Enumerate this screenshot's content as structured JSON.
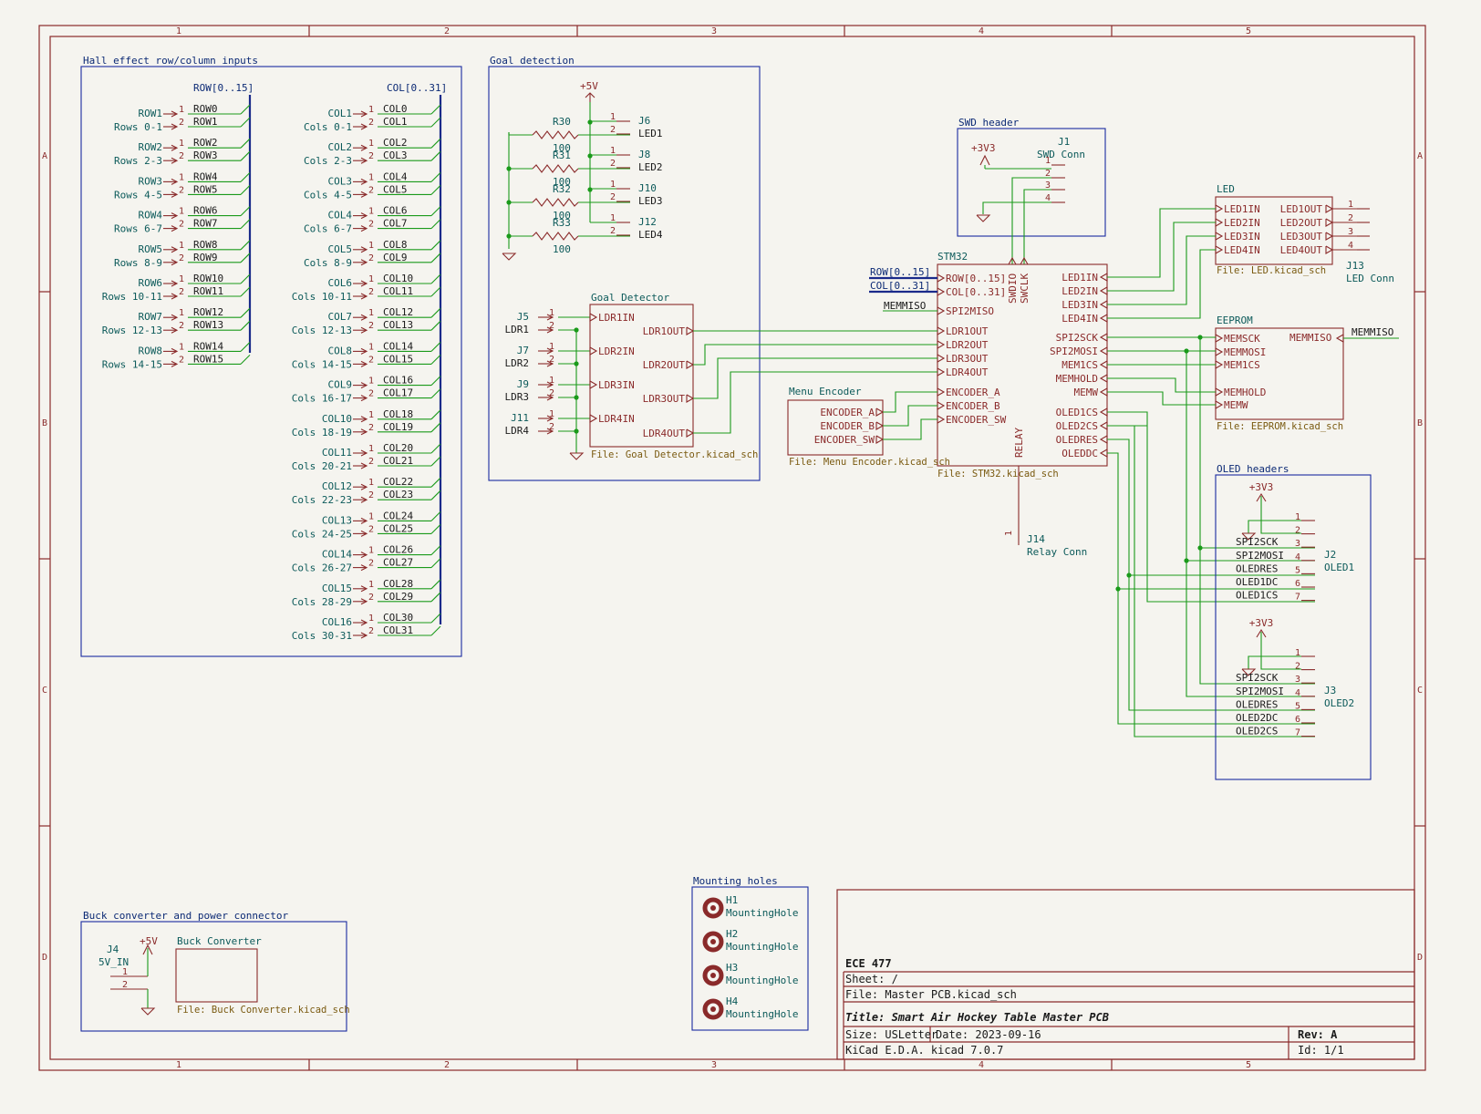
{
  "ruler": {
    "cols": [
      "1",
      "2",
      "3",
      "4",
      "5"
    ],
    "rows": [
      "A",
      "B",
      "C",
      "D"
    ]
  },
  "groups": {
    "hall": "Hall effect row/column inputs",
    "goal": "Goal detection",
    "swd": "SWD header",
    "oled": "OLED headers",
    "buck": "Buck converter and power connector",
    "mount": "Mounting holes"
  },
  "hall": {
    "row_bus": "ROW[0..15]",
    "col_bus": "COL[0..31]",
    "row_connectors": [
      {
        "ref": "ROW1",
        "val": "Rows 0-1",
        "n1": "ROW0",
        "n2": "ROW1"
      },
      {
        "ref": "ROW2",
        "val": "Rows 2-3",
        "n1": "ROW2",
        "n2": "ROW3"
      },
      {
        "ref": "ROW3",
        "val": "Rows 4-5",
        "n1": "ROW4",
        "n2": "ROW5"
      },
      {
        "ref": "ROW4",
        "val": "Rows 6-7",
        "n1": "ROW6",
        "n2": "ROW7"
      },
      {
        "ref": "ROW5",
        "val": "Rows 8-9",
        "n1": "ROW8",
        "n2": "ROW9"
      },
      {
        "ref": "ROW6",
        "val": "Rows 10-11",
        "n1": "ROW10",
        "n2": "ROW11"
      },
      {
        "ref": "ROW7",
        "val": "Rows 12-13",
        "n1": "ROW12",
        "n2": "ROW13"
      },
      {
        "ref": "ROW8",
        "val": "Rows 14-15",
        "n1": "ROW14",
        "n2": "ROW15"
      }
    ],
    "col_connectors": [
      {
        "ref": "COL1",
        "val": "Cols 0-1",
        "n1": "COL0",
        "n2": "COL1"
      },
      {
        "ref": "COL2",
        "val": "Cols 2-3",
        "n1": "COL2",
        "n2": "COL3"
      },
      {
        "ref": "COL3",
        "val": "Cols 4-5",
        "n1": "COL4",
        "n2": "COL5"
      },
      {
        "ref": "COL4",
        "val": "Cols 6-7",
        "n1": "COL6",
        "n2": "COL7"
      },
      {
        "ref": "COL5",
        "val": "Cols 8-9",
        "n1": "COL8",
        "n2": "COL9"
      },
      {
        "ref": "COL6",
        "val": "Cols 10-11",
        "n1": "COL10",
        "n2": "COL11"
      },
      {
        "ref": "COL7",
        "val": "Cols 12-13",
        "n1": "COL12",
        "n2": "COL13"
      },
      {
        "ref": "COL8",
        "val": "Cols 14-15",
        "n1": "COL14",
        "n2": "COL15"
      },
      {
        "ref": "COL9",
        "val": "Cols 16-17",
        "n1": "COL16",
        "n2": "COL17"
      },
      {
        "ref": "COL10",
        "val": "Cols 18-19",
        "n1": "COL18",
        "n2": "COL19"
      },
      {
        "ref": "COL11",
        "val": "Cols 20-21",
        "n1": "COL20",
        "n2": "COL21"
      },
      {
        "ref": "COL12",
        "val": "Cols 22-23",
        "n1": "COL22",
        "n2": "COL23"
      },
      {
        "ref": "COL13",
        "val": "Cols 24-25",
        "n1": "COL24",
        "n2": "COL25"
      },
      {
        "ref": "COL14",
        "val": "Cols 26-27",
        "n1": "COL26",
        "n2": "COL27"
      },
      {
        "ref": "COL15",
        "val": "Cols 28-29",
        "n1": "COL28",
        "n2": "COL29"
      },
      {
        "ref": "COL16",
        "val": "Cols 30-31",
        "n1": "COL30",
        "n2": "COL31"
      }
    ]
  },
  "goal": {
    "power": "+5V",
    "resistors": [
      {
        "ref": "R30",
        "val": "100"
      },
      {
        "ref": "R31",
        "val": "100"
      },
      {
        "ref": "R32",
        "val": "100"
      },
      {
        "ref": "R33",
        "val": "100"
      }
    ],
    "led_conns": [
      {
        "ref": "J6",
        "net": "LED1"
      },
      {
        "ref": "J8",
        "net": "LED2"
      },
      {
        "ref": "J10",
        "net": "LED3"
      },
      {
        "ref": "J12",
        "net": "LED4"
      }
    ],
    "ldr_conns": [
      {
        "ref": "J5",
        "net": "LDR1"
      },
      {
        "ref": "J7",
        "net": "LDR2"
      },
      {
        "ref": "J9",
        "net": "LDR3"
      },
      {
        "ref": "J11",
        "net": "LDR4"
      }
    ],
    "sheet_name": "Goal Detector",
    "sheet_file": "File: Goal Detector.kicad_sch",
    "pins_in": [
      "LDR1IN",
      "LDR2IN",
      "LDR3IN",
      "LDR4IN"
    ],
    "pins_out": [
      "LDR1OUT",
      "LDR2OUT",
      "LDR3OUT",
      "LDR4OUT"
    ]
  },
  "swd": {
    "power": "+3V3",
    "ref": "J1",
    "val": "SWD Conn",
    "pins": [
      "1",
      "2",
      "3",
      "4"
    ]
  },
  "stm32": {
    "sheet_name": "STM32",
    "sheet_file": "File: STM32.kicad_sch",
    "left_pins": [
      "ROW[0..15]",
      "COL[0..31]",
      "SPI2MISO",
      "LDR1OUT",
      "LDR2OUT",
      "LDR3OUT",
      "LDR4OUT",
      "ENCODER_A",
      "ENCODER_B",
      "ENCODER_SW"
    ],
    "right_pins": [
      "LED1IN",
      "LED2IN",
      "LED3IN",
      "LED4IN",
      "SPI2SCK",
      "SPI2MOSI",
      "MEM1CS",
      "MEMHOLD",
      "MEMW",
      "OLED1CS",
      "OLED2CS",
      "OLEDRES",
      "OLEDDC"
    ],
    "top_pins": [
      "SWDIO",
      "SWCLK"
    ],
    "bottom_pin": "RELAY",
    "left_labels": {
      "row": "ROW[0..15]",
      "col": "COL[0..31]",
      "miso": "MEMMISO"
    }
  },
  "menu": {
    "sheet_name": "Menu Encoder",
    "sheet_file": "File: Menu Encoder.kicad_sch",
    "pins": [
      "ENCODER_A",
      "ENCODER_B",
      "ENCODER_SW"
    ]
  },
  "relay": {
    "ref": "J14",
    "val": "Relay Conn",
    "pin": "1"
  },
  "led": {
    "sheet_name": "LED",
    "sheet_file": "File: LED.kicad_sch",
    "pins_in": [
      "LED1IN",
      "LED2IN",
      "LED3IN",
      "LED4IN"
    ],
    "pins_out": [
      "LED1OUT",
      "LED2OUT",
      "LED3OUT",
      "LED4OUT"
    ],
    "conn_ref": "J13",
    "conn_val": "LED Conn",
    "conn_pins": [
      "1",
      "2",
      "3",
      "4"
    ]
  },
  "eeprom": {
    "sheet_name": "EEPROM",
    "sheet_file": "File: EEPROM.kicad_sch",
    "pins_in": [
      "MEMSCK",
      "MEMMOSI",
      "MEM1CS",
      "MEMHOLD",
      "MEMW"
    ],
    "pin_out": "MEMMISO",
    "out_label": "MEMMISO"
  },
  "oled": {
    "power": "+3V3",
    "headers": [
      {
        "ref": "J2",
        "val": "OLED1",
        "nets": [
          "SPI2SCK",
          "SPI2MOSI",
          "OLEDRES",
          "OLED1DC",
          "OLED1CS"
        ]
      },
      {
        "ref": "J3",
        "val": "OLED2",
        "nets": [
          "SPI2SCK",
          "SPI2MOSI",
          "OLEDRES",
          "OLED2DC",
          "OLED2CS"
        ]
      }
    ],
    "pins": [
      "1",
      "2",
      "3",
      "4",
      "5",
      "6",
      "7"
    ]
  },
  "buck": {
    "ref": "J4",
    "val": "5V_IN",
    "power": "+5V",
    "sheet_name": "Buck Converter",
    "sheet_file": "File: Buck Converter.kicad_sch",
    "pins": [
      "1",
      "2"
    ]
  },
  "mount": [
    {
      "ref": "H1",
      "val": "MountingHole"
    },
    {
      "ref": "H2",
      "val": "MountingHole"
    },
    {
      "ref": "H3",
      "val": "MountingHole"
    },
    {
      "ref": "H4",
      "val": "MountingHole"
    }
  ],
  "titleblock": {
    "company": "ECE 477",
    "sheet": "Sheet: /",
    "file": "File: Master PCB.kicad_sch",
    "title": "Title: Smart Air Hockey Table Master PCB",
    "size": "Size: USLetter",
    "date": "Date: 2023-09-16",
    "rev": "Rev: A",
    "tool": "KiCad E.D.A.  kicad 7.0.7",
    "id": "Id: 1/1"
  },
  "colors": {
    "frame": "#8a2a2a",
    "wire": "#1a9a1a",
    "bus": "#1a2a8a",
    "label": "#0c2a75",
    "background": "#f5f4ef"
  }
}
